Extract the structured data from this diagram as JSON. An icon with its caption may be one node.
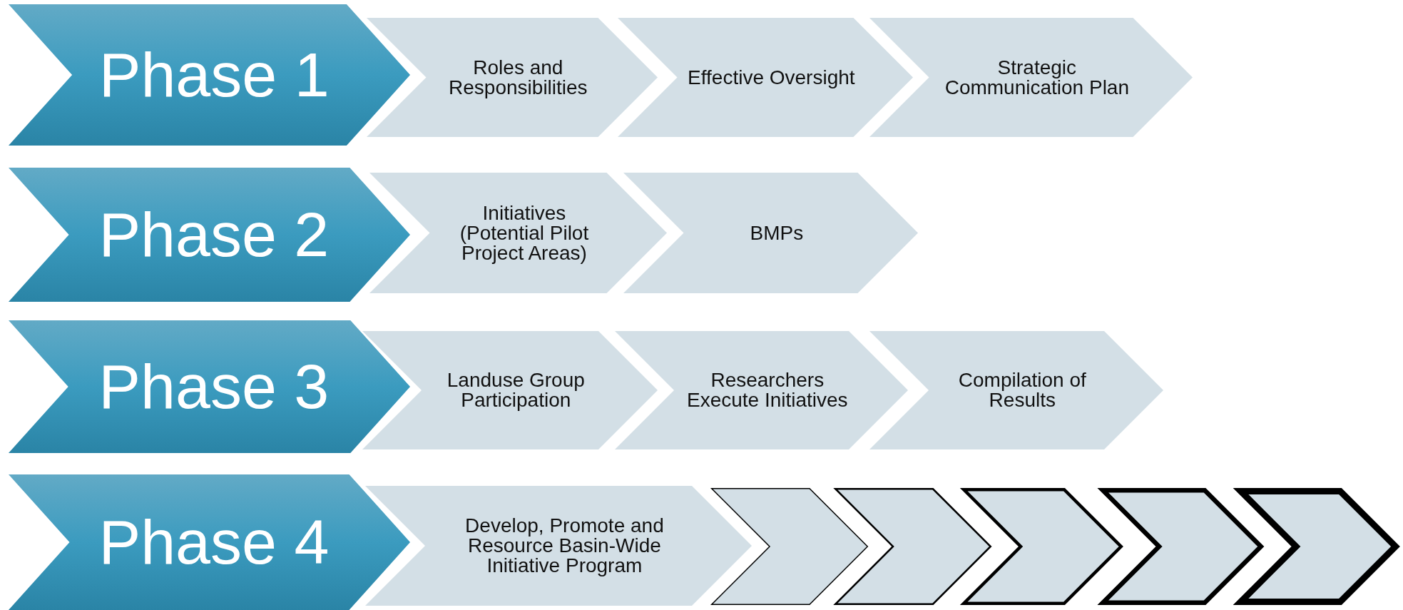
{
  "diagram": {
    "nodes": [
      {
        "text": [
          "Phase 1"
        ]
      },
      {
        "text": [
          "Roles and Responsibilities"
        ]
      },
      {
        "text": [
          "Effective Oversight"
        ]
      },
      {
        "text": [
          "Strategic Communication Plan"
        ]
      },
      {
        "text": [
          "Phase 2"
        ]
      },
      {
        "text": [
          "Initiatives (Potential Pilot Project Areas)"
        ]
      },
      {
        "text": [
          "BMPs"
        ]
      },
      {
        "text": [
          "Phase 3"
        ]
      },
      {
        "text": [
          "Landuse Group Participation"
        ]
      },
      {
        "text": [
          "Researchers Execute Initiatives"
        ]
      },
      {
        "text": [
          "Compilation of Results"
        ]
      },
      {
        "text": [
          "Phase 4"
        ]
      },
      {
        "text": [
          "Develop, Promote and Resource Basin-Wide Initiative Program"
        ]
      },
      {
        "text": [],
        "shape": "chevron"
      },
      {
        "text": [],
        "shape": "chevron"
      },
      {
        "text": [],
        "shape": "chevron"
      },
      {
        "text": [],
        "shape": "chevron"
      },
      {
        "text": [],
        "shape": "chevron"
      }
    ]
  }
}
